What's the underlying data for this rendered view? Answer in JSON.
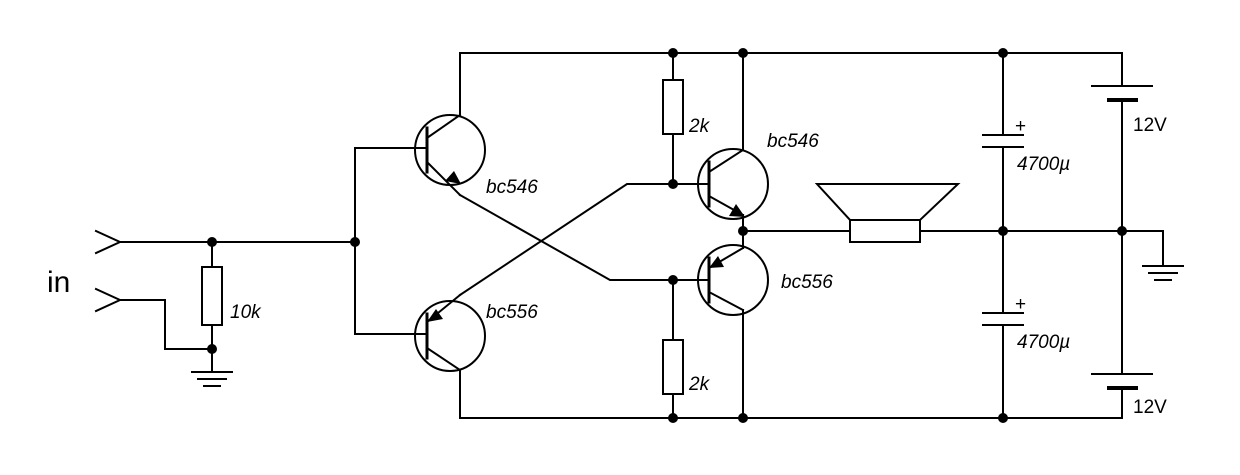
{
  "diagram": {
    "input_label": "in",
    "input_resistor": "10k",
    "base_resistor_top": "2k",
    "base_resistor_bottom": "2k",
    "driver_npn": "bc546",
    "driver_pnp": "bc556",
    "output_npn": "bc546",
    "output_pnp": "bc556",
    "cap_top_value": "4700µ",
    "cap_bottom_value": "4700µ",
    "cap_polarity_top": "+",
    "cap_polarity_bottom": "+",
    "battery_top": "12V",
    "battery_bottom": "12V"
  },
  "colors": {
    "ink": "#000000",
    "background": "#ffffff"
  }
}
